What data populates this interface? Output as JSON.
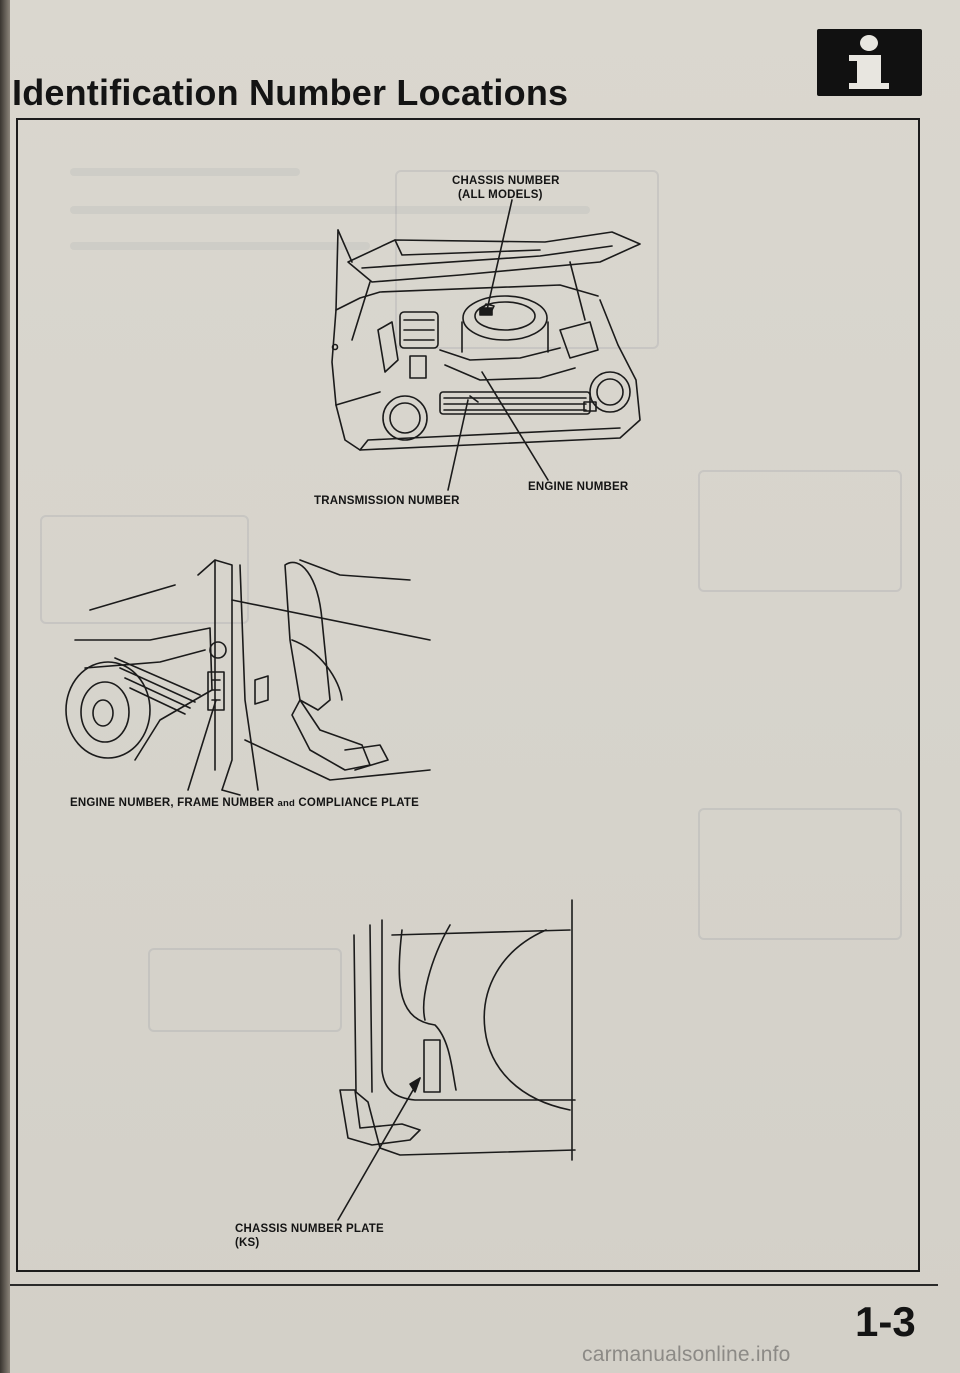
{
  "page": {
    "title": "Identification Number Locations",
    "page_number": "1-3",
    "watermark": "carmanualsonline.info",
    "info_badge_icon": "info-icon"
  },
  "figures": {
    "engine_bay": {
      "chassis_number": "CHASSIS NUMBER",
      "chassis_models": "(ALL MODELS)",
      "engine_number": "ENGINE NUMBER",
      "transmission_number": "TRANSMISSION NUMBER"
    },
    "door_pillar": {
      "label_part1": "ENGINE NUMBER, FRAME NUMBER",
      "label_and": "and",
      "label_part2": "COMPLIANCE PLATE"
    },
    "trunk": {
      "plate_label": "CHASSIS NUMBER PLATE",
      "plate_variant": "(KS)"
    }
  },
  "colors": {
    "paper": "#d9d6cf",
    "ink": "#141414"
  }
}
